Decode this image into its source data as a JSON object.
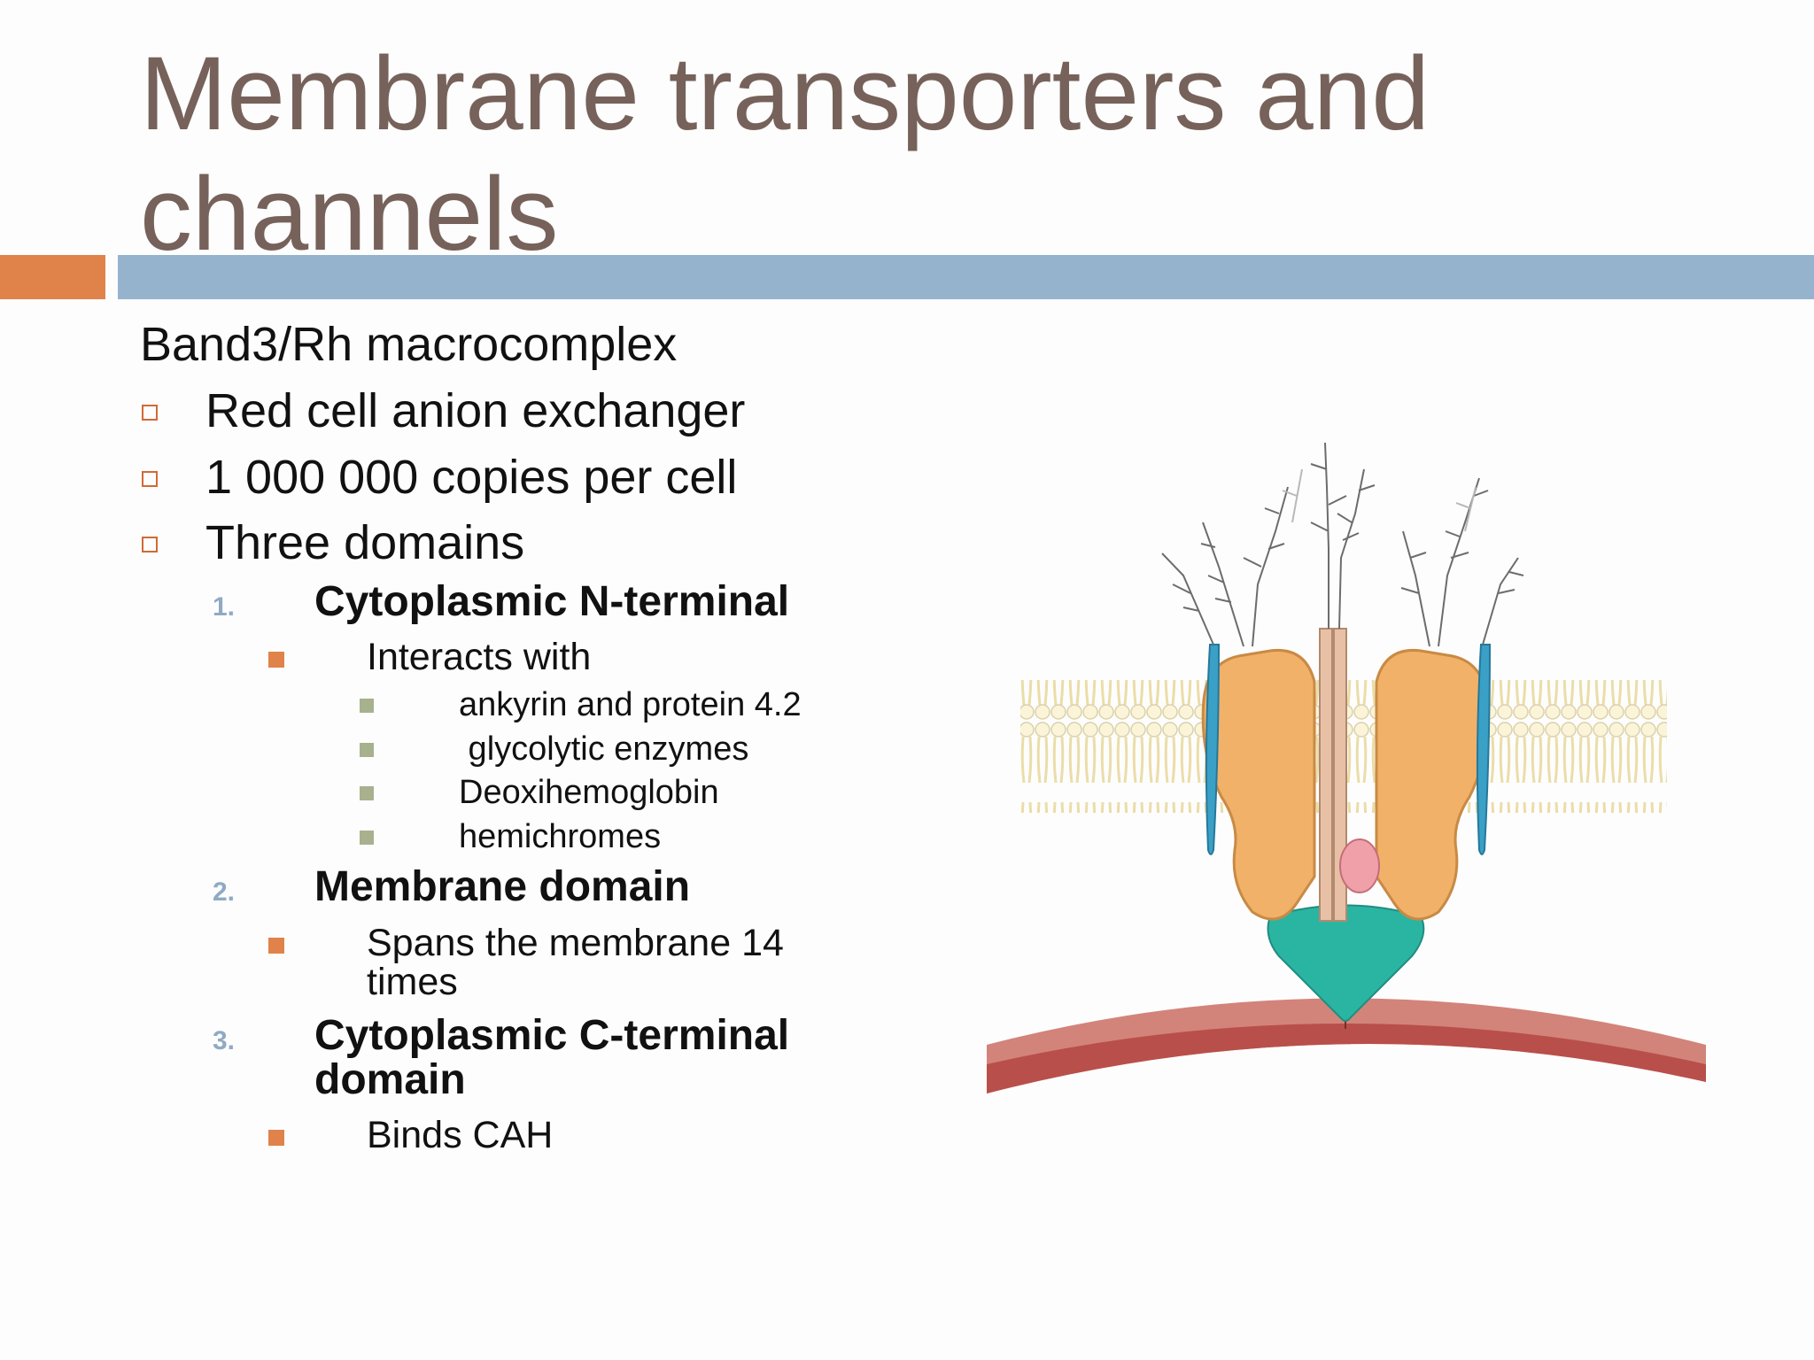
{
  "slide": {
    "title": "Membrane transporters and channels",
    "heading": "Band3/Rh macrocomplex",
    "bullets": [
      "Red cell anion exchanger",
      "1 000 000 copies per cell",
      "Three domains"
    ],
    "domains": [
      {
        "number": "1.",
        "name": "Cytoplasmic N-terminal",
        "sub": "Interacts with",
        "items": [
          "ankyrin and protein 4.2",
          " glycolytic enzymes",
          "Deoxihemoglobin",
          "hemichromes"
        ]
      },
      {
        "number": "2.",
        "name": "Membrane domain",
        "sub": "Spans the membrane 14 times"
      },
      {
        "number": "3.",
        "name": "Cytoplasmic C-terminal domain",
        "sub": "Binds CAH"
      }
    ]
  },
  "colors": {
    "title": "#76625a",
    "accent_orange": "#e0834a",
    "accent_blue": "#95b3cd",
    "protein_orange": "#f2b168",
    "teal_domain": "#2ab5a3",
    "glycan_blue": "#3aa0c6",
    "pink_subunit": "#f0a0a8",
    "spectrin_red": "#c0504d"
  }
}
